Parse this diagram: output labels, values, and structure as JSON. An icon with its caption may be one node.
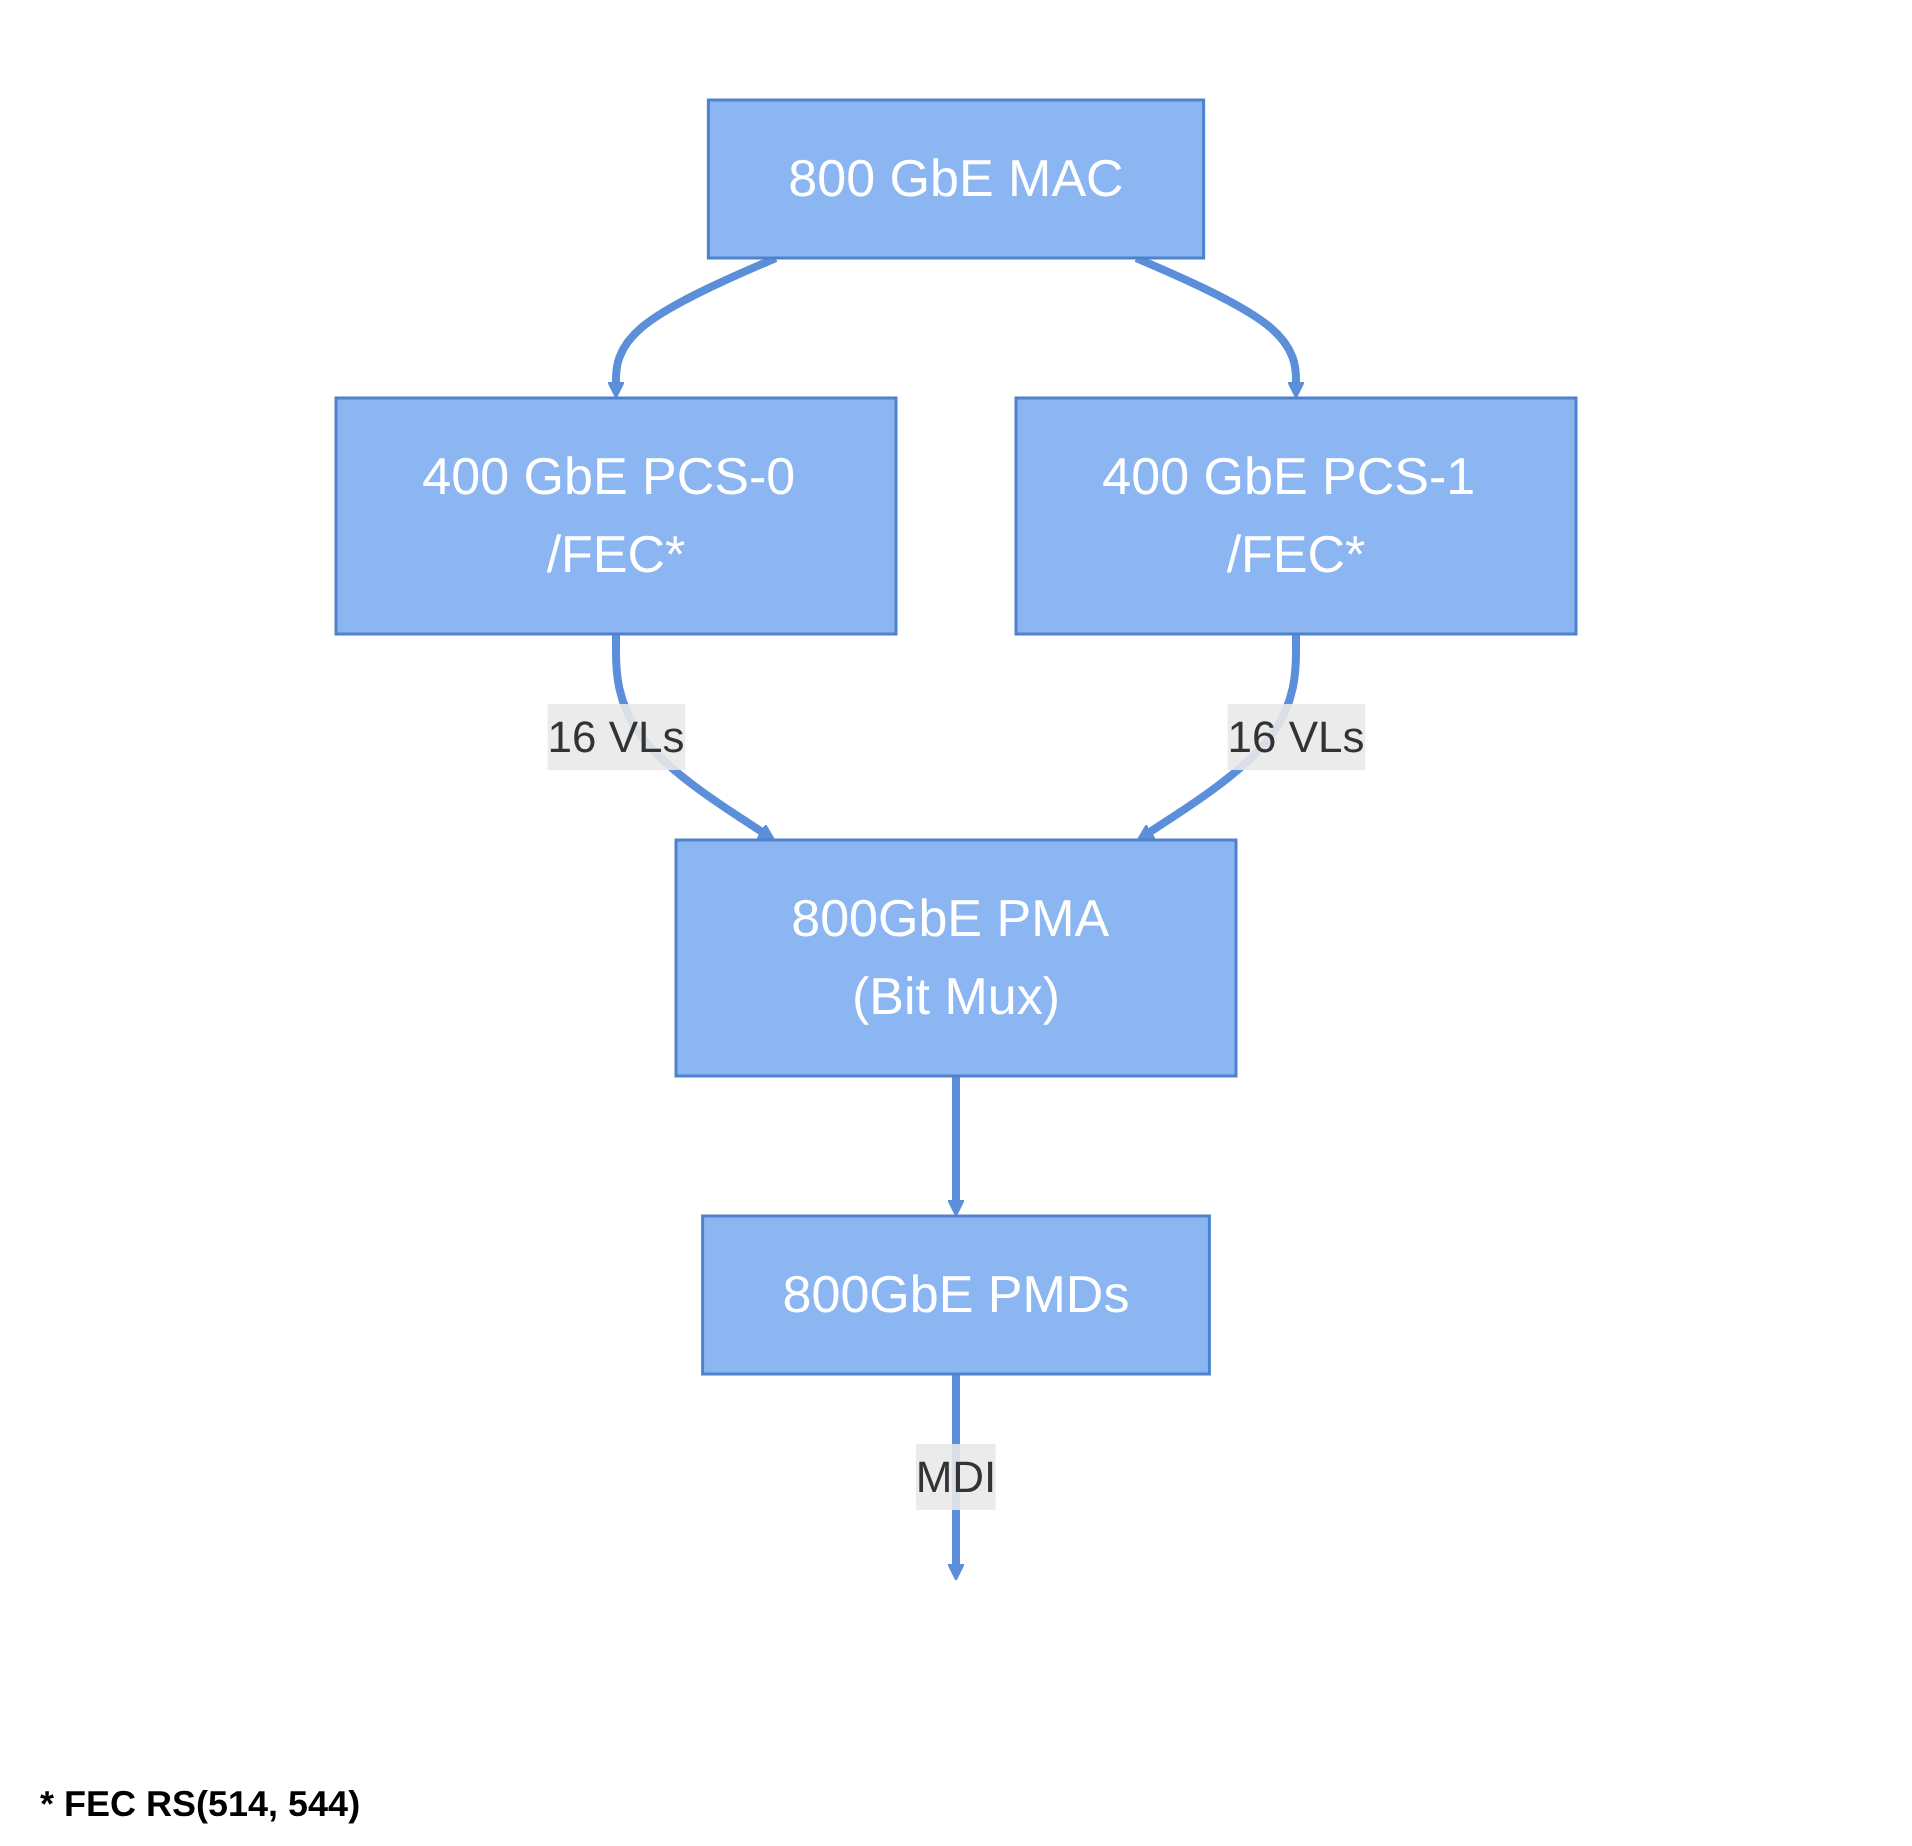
{
  "diagram": {
    "nodes": [
      {
        "text": [
          "800 GbE MAC"
        ]
      },
      {
        "text": [
          "400 GbE PCS-0 /FEC*"
        ]
      },
      {
        "text": [
          "400 GbE PCS-1 /FEC*"
        ]
      },
      {
        "text": [
          "800GbE PMA (Bit Mux)"
        ]
      },
      {
        "text": [
          "800GbE PMDs"
        ]
      }
    ],
    "edges": [
      {
        "from": 0,
        "to": 1,
        "arrow": "to"
      },
      {
        "from": 0,
        "to": 2,
        "arrow": "to"
      },
      {
        "from": 1,
        "to": 3,
        "arrow": "to",
        "label": "16 VLs"
      },
      {
        "from": 2,
        "to": 3,
        "arrow": "to",
        "label": "16 VLs"
      },
      {
        "from": 3,
        "to": 4,
        "arrow": "to"
      },
      {
        "from": 4,
        "to": null,
        "arrow": "to",
        "label": "MDI"
      }
    ],
    "labels": [
      "* FEC RS(514, 544)"
    ]
  }
}
